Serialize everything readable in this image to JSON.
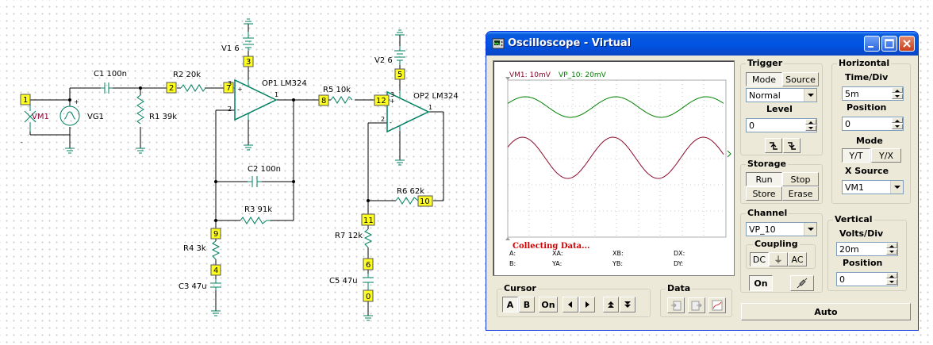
{
  "schematic": {
    "labels": {
      "c1": "C1 100n",
      "r2": "R2 20k",
      "v1": "V1 6",
      "op1": "OP1 LM324",
      "r5": "R5 10k",
      "v2": "V2 6",
      "op2": "OP2 LM324",
      "vm1": "VM1",
      "vg1": "VG1",
      "r1": "R1 39k",
      "c2": "C2 100n",
      "r3": "R3 91k",
      "r4": "R4 3k",
      "c3": "C3 47u",
      "r6": "R6 62k",
      "r7": "R7 12k",
      "c5": "C5 47u"
    },
    "nodes": {
      "n1": "1",
      "n2": "2",
      "n3": "3",
      "n7": "7",
      "n8": "8",
      "n5": "5",
      "n12": "12",
      "n9": "9",
      "n4": "4",
      "n11": "11",
      "n10": "10",
      "n6": "6",
      "n0": "0"
    },
    "pins": {
      "op1_plus_pin": "3",
      "op1_minus_pin": "2",
      "op1_out_pin": "1",
      "op2_plus_pin": "3",
      "op2_minus_pin": "2",
      "op2_out_pin": "1",
      "plus": "+",
      "minus": "-"
    }
  },
  "oscilloscope": {
    "title": "Oscilloscope - Virtual",
    "screen": {
      "ch1_label": "VM1: 10mV",
      "ch2_label": "VP_10: 20mV",
      "status": "Collecting Data...",
      "readouts": {
        "a": "A:",
        "b": "B:",
        "xa": "XA:",
        "ya": "YA:",
        "xb": "XB:",
        "yb": "YB:",
        "dx": "DX:",
        "dy": "DY:"
      },
      "colors": {
        "ch1": "#008000",
        "ch2": "#8b0a2a",
        "grid": "#a0a0a0"
      }
    },
    "trigger": {
      "title": "Trigger",
      "mode_button": "Mode",
      "source_button": "Source",
      "mode_value": "Normal",
      "level_label": "Level",
      "level_value": "0"
    },
    "horizontal": {
      "title": "Horizontal",
      "time_div_label": "Time/Div",
      "time_div_value": "5m",
      "position_label": "Position",
      "position_value": "0",
      "mode_label": "Mode",
      "yt_button": "Y/T",
      "yx_button": "Y/X",
      "xsource_label": "X Source",
      "xsource_value": "VM1"
    },
    "storage": {
      "title": "Storage",
      "run": "Run",
      "stop": "Stop",
      "store": "Store",
      "erase": "Erase"
    },
    "channel": {
      "title": "Channel",
      "value": "VP_10",
      "coupling_title": "Coupling",
      "dc": "DC",
      "gnd": "⏚",
      "ac": "AC",
      "on": "On"
    },
    "vertical": {
      "title": "Vertical",
      "volts_div_label": "Volts/Div",
      "volts_div_value": "20m",
      "position_label": "Position",
      "position_value": "0"
    },
    "cursor": {
      "title": "Cursor",
      "a": "A",
      "b": "B",
      "on": "On"
    },
    "data": {
      "title": "Data"
    },
    "auto_button": "Auto"
  }
}
